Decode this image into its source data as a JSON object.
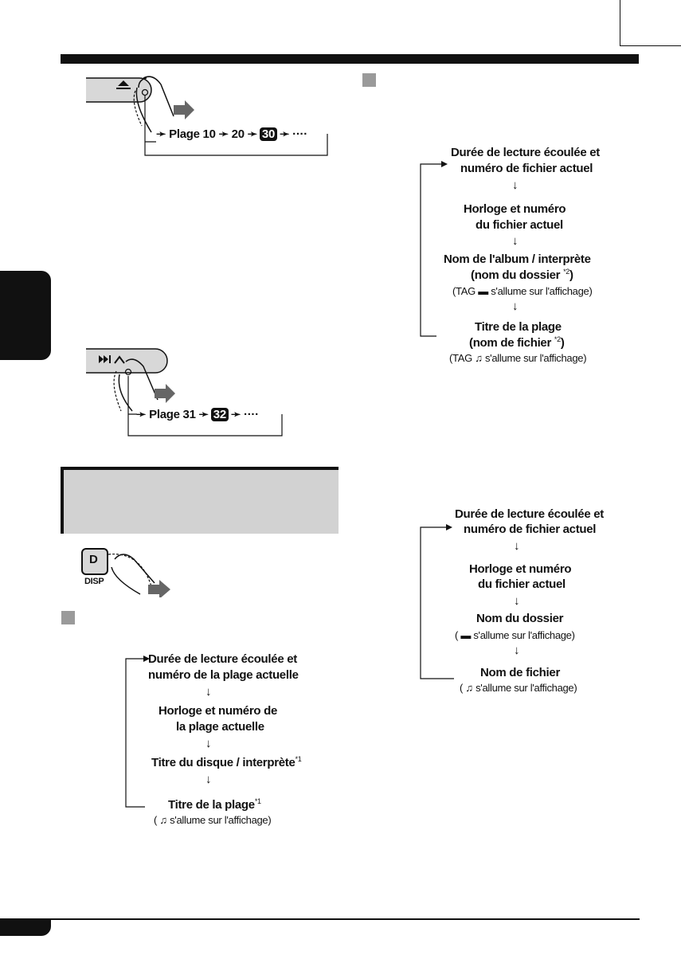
{
  "seq1": {
    "prefix": "Plage 10",
    "v2": "20",
    "v3": "30",
    "dots": "····"
  },
  "seq2": {
    "prefix": "Plage 31",
    "v2": "32",
    "dots": "····"
  },
  "disp_button": {
    "letter": "D",
    "label": "DISP"
  },
  "flow_cd": {
    "s1": [
      "Durée de lecture écoulée et",
      "numéro de la plage actuelle"
    ],
    "s2": [
      "Horloge et numéro de",
      "la plage actuelle"
    ],
    "s3": "Titre du disque / interprète",
    "s3_note": "*1",
    "s4": "Titre de la plage",
    "s4_note": "*1",
    "s4_sub": "( ♫ s'allume sur l'affichage)"
  },
  "flow_mp3_tag": {
    "s1": [
      "Durée de lecture écoulée et",
      "numéro de fichier actuel"
    ],
    "s2": [
      "Horloge et numéro",
      "du fichier actuel"
    ],
    "s3": [
      "Nom de l'album / interprète",
      "(nom du dossier"
    ],
    "s3_note": "*2",
    "s3_close": ")",
    "s3_sub": "(TAG ▬ s'allume sur l'affichage)",
    "s4": [
      "Titre de la plage",
      "(nom de fichier"
    ],
    "s4_note": "*2",
    "s4_close": ")",
    "s4_sub": "(TAG ♫ s'allume sur l'affichage)"
  },
  "flow_mp3": {
    "s1": [
      "Durée de lecture écoulée et",
      "numéro de fichier actuel"
    ],
    "s2": [
      "Horloge et numéro",
      "du fichier actuel"
    ],
    "s3": "Nom du dossier",
    "s3_sub": "( ▬ s'allume sur l'affichage)",
    "s4": "Nom de fichier",
    "s4_sub": "( ♫ s'allume sur l'affichage)"
  }
}
